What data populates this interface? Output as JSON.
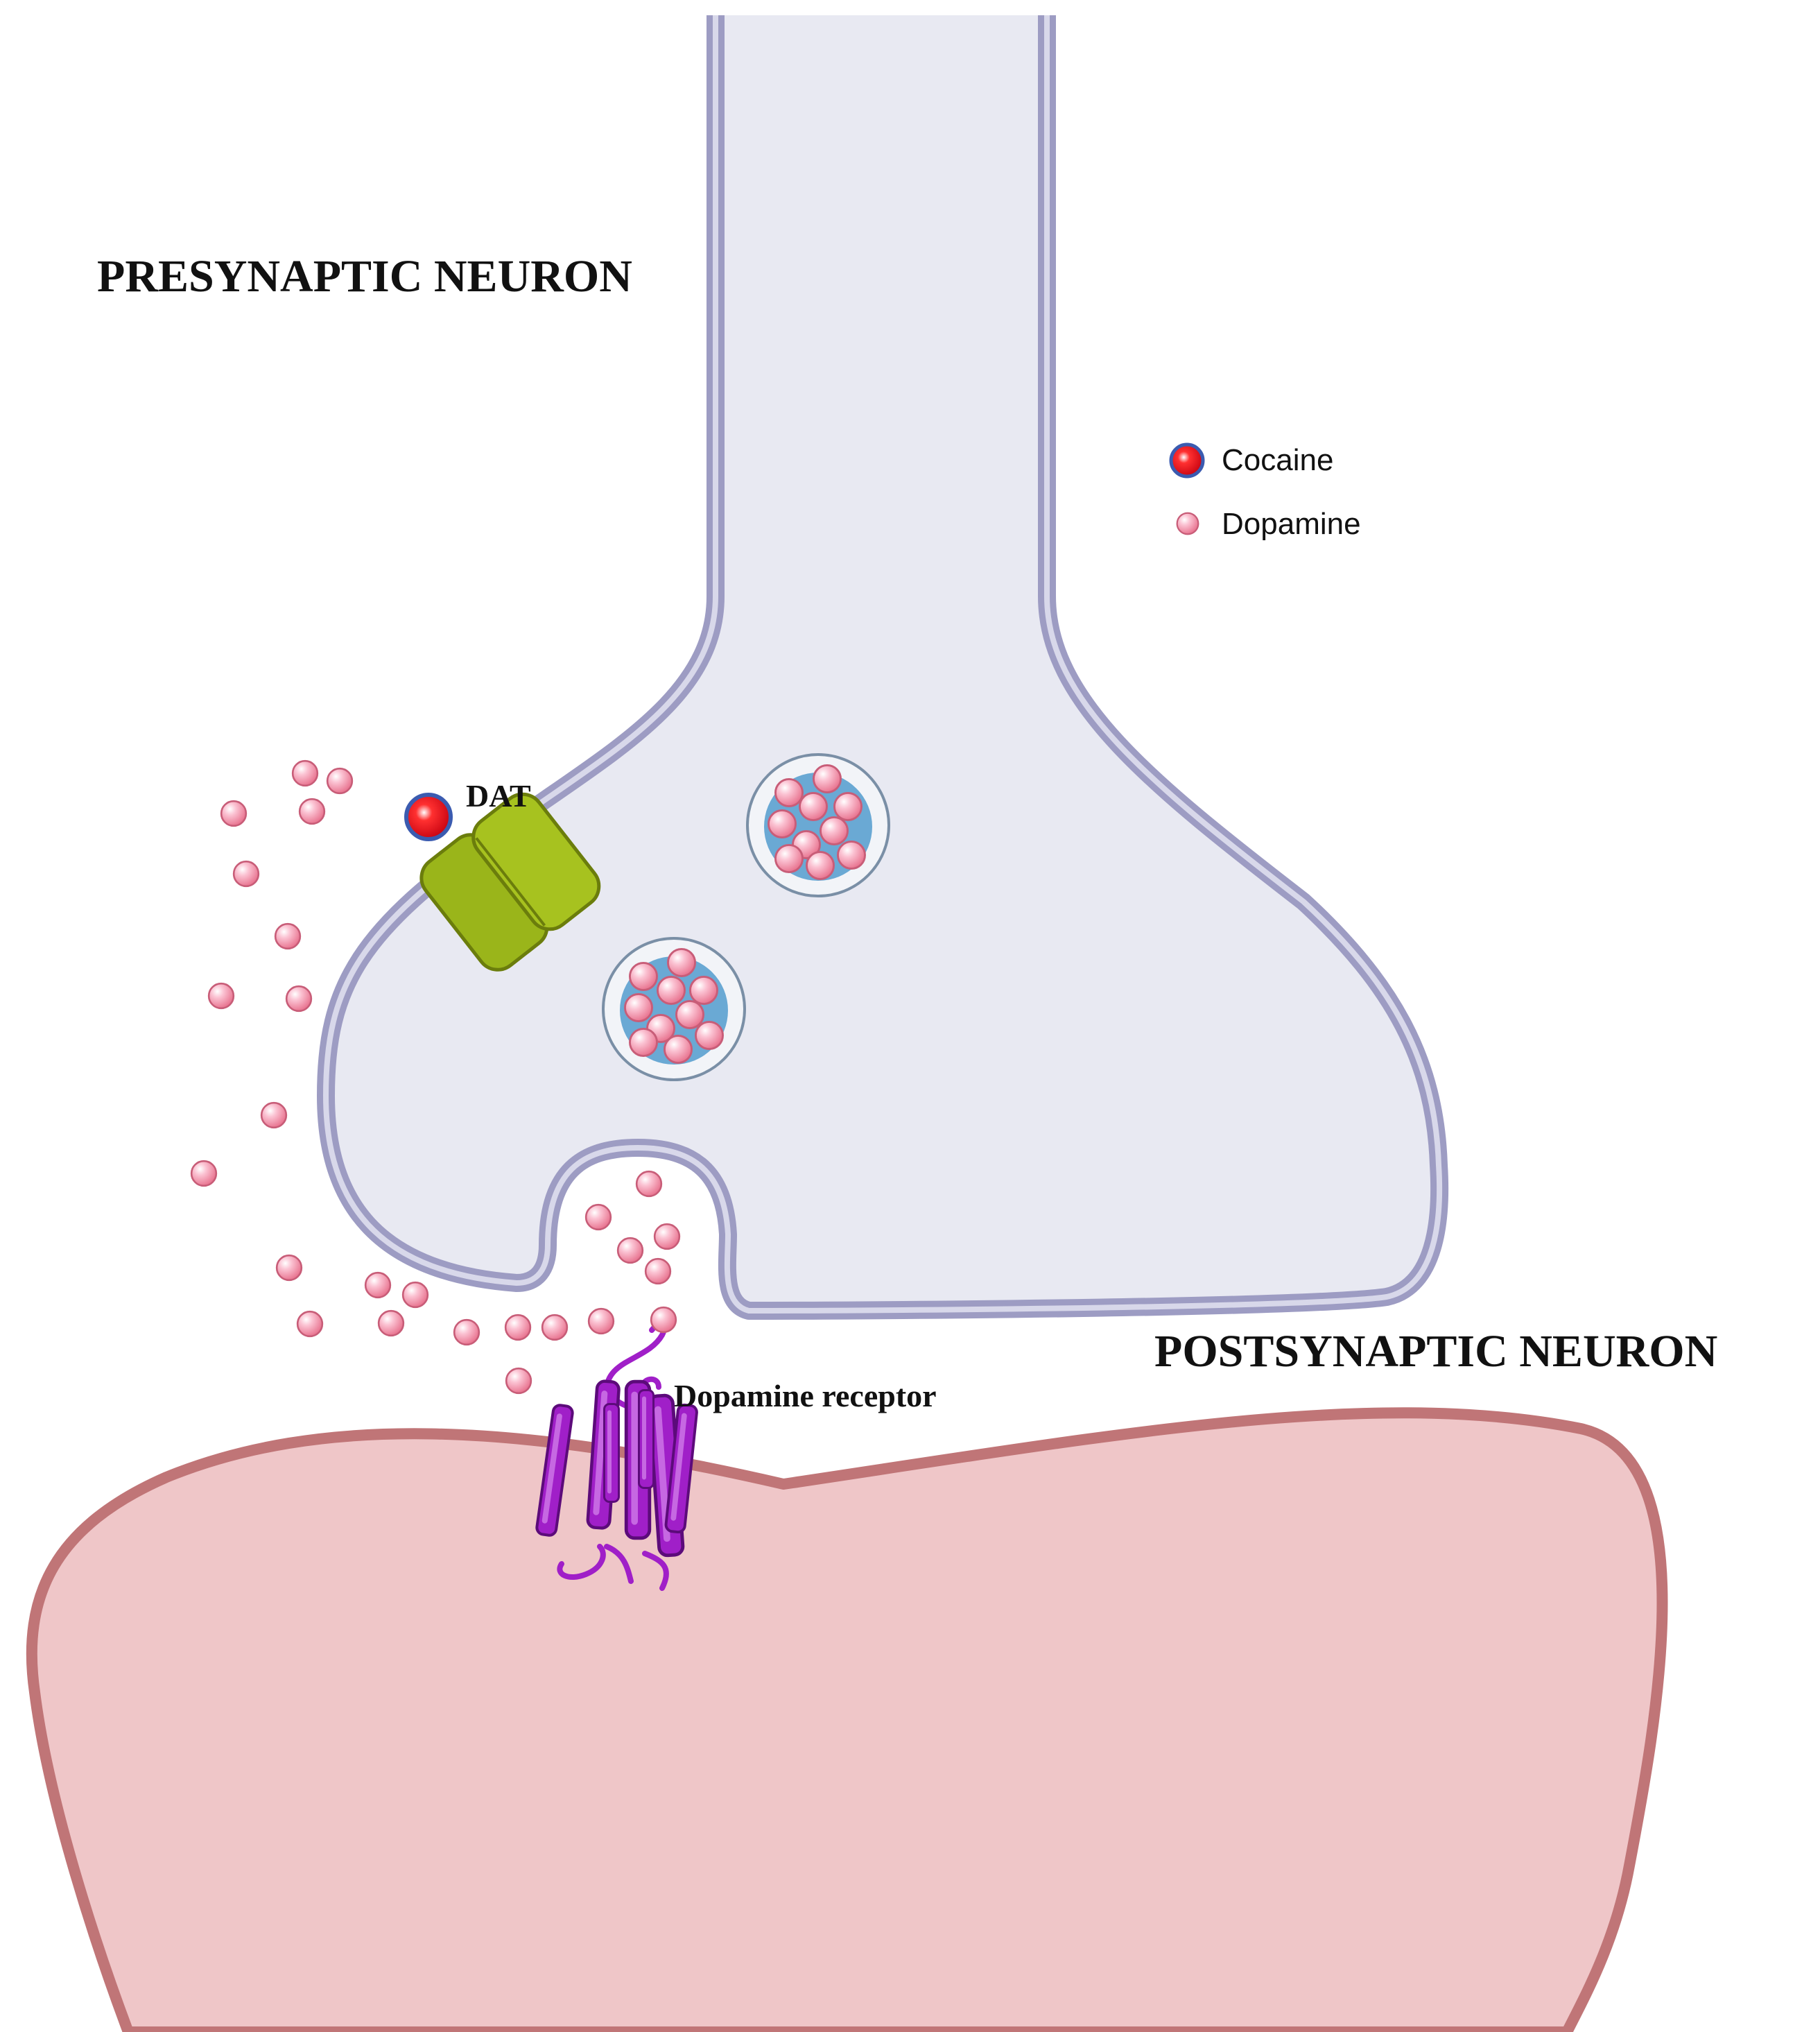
{
  "labels": {
    "presynaptic": "PRESYNAPTIC NEURON",
    "postsynaptic": "POSTSYNAPTIC NEURON",
    "dat": "DAT",
    "receptor": "Dopamine receptor"
  },
  "legend": {
    "items": [
      {
        "label": "Cocaine",
        "icon": "cocaine-molecule"
      },
      {
        "label": "Dopamine",
        "icon": "dopamine-molecule"
      }
    ]
  },
  "colors": {
    "presynaptic_fill": "#e8e9f2",
    "presynaptic_membrane": "#9d9cc3",
    "postsynaptic_fill": "#efc6c8",
    "postsynaptic_membrane": "#c07577",
    "dopamine": "#f08aa6",
    "cocaine": "#e3001b",
    "dat": "#9ab51a",
    "receptor": "#a01fc8",
    "vesicle_core": "#6aa9d4"
  }
}
